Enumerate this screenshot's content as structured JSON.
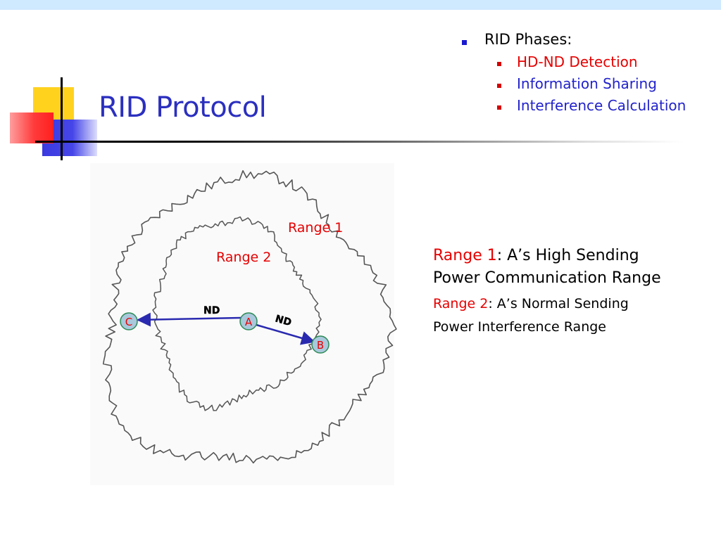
{
  "slide": {
    "title": "RID Protocol"
  },
  "phases": {
    "heading": "RID Phases:",
    "items": [
      {
        "label": "HD-ND Detection",
        "color": "#e60000"
      },
      {
        "label": "Information Sharing",
        "color": "#2222cc"
      },
      {
        "label": "Interference Calculation",
        "color": "#2222cc"
      }
    ]
  },
  "diagram": {
    "range_outer_label": "Range 1",
    "range_inner_label": "Range 2",
    "nodes": {
      "a": "A",
      "b": "B",
      "c": "C"
    },
    "links": {
      "a_to_c": "ND",
      "a_to_b": "ND"
    }
  },
  "legend": {
    "range1_term": "Range 1",
    "range1_desc_line1": ": A’s High Sending",
    "range1_desc_line2": "Power Communication Range",
    "range2_term": "Range 2",
    "range2_desc_line1": ": A’s Normal Sending",
    "range2_desc_line2": "Power Interference Range"
  },
  "colors": {
    "title": "#2b2fbf",
    "accent_red": "#e60000",
    "accent_blue": "#2222cc",
    "node_fill": "#a9c8dc",
    "link": "#2a2ab0"
  }
}
